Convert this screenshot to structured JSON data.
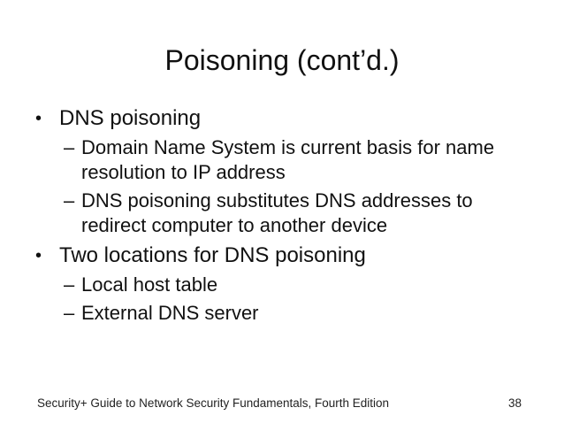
{
  "slide": {
    "title": "Poisoning (cont’d.)",
    "bullet_char": "•",
    "dash_char": "–",
    "bullets": [
      {
        "label": "DNS poisoning",
        "sub": [
          "Domain Name System is current basis for name resolution to IP address",
          "DNS poisoning substitutes DNS addresses to redirect computer to another device"
        ]
      },
      {
        "label": "Two locations for DNS poisoning",
        "sub": [
          "Local host table",
          "External DNS server"
        ]
      }
    ]
  },
  "footer": {
    "text": "Security+ Guide to Network Security Fundamentals, Fourth Edition",
    "page_number": "38"
  },
  "colors": {
    "background": "#ffffff",
    "text": "#111111"
  }
}
